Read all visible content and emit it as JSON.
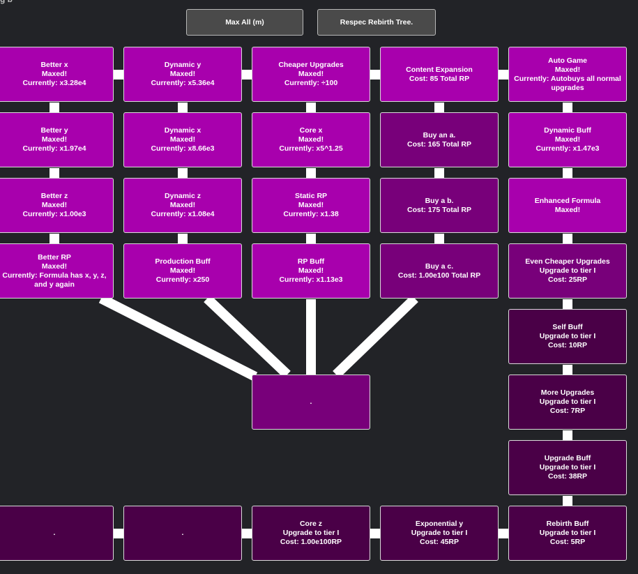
{
  "corner_text": "g b",
  "buttons": {
    "max_all": "Max All (m)",
    "respec": "Respec Rebirth Tree."
  },
  "nodes": {
    "better_x": {
      "title": "Better x",
      "status": "Maxed!",
      "detail": "Currently: x3.28e4"
    },
    "dynamic_y": {
      "title": "Dynamic y",
      "status": "Maxed!",
      "detail": "Currently: x5.36e4"
    },
    "cheaper_upgrades": {
      "title": "Cheaper Upgrades",
      "status": "Maxed!",
      "detail": "Currently: ÷100"
    },
    "content_expansion": {
      "title": "Content Expansion",
      "status": "Cost: 85 Total RP",
      "detail": ""
    },
    "auto_game": {
      "title": "Auto Game",
      "status": "Maxed!",
      "detail": "Currently: Autobuys all normal upgrades"
    },
    "better_y": {
      "title": "Better y",
      "status": "Maxed!",
      "detail": "Currently: x1.97e4"
    },
    "dynamic_x": {
      "title": "Dynamic x",
      "status": "Maxed!",
      "detail": "Currently: x8.66e3"
    },
    "core_x": {
      "title": "Core x",
      "status": "Maxed!",
      "detail": "Currently: x5^1.25"
    },
    "buy_a": {
      "title": "Buy an a.",
      "status": "Cost: 165 Total RP",
      "detail": ""
    },
    "dynamic_buff": {
      "title": "Dynamic Buff",
      "status": "Maxed!",
      "detail": "Currently: x1.47e3"
    },
    "better_z": {
      "title": "Better z",
      "status": "Maxed!",
      "detail": "Currently: x1.00e3"
    },
    "dynamic_z": {
      "title": "Dynamic z",
      "status": "Maxed!",
      "detail": "Currently: x1.08e4"
    },
    "static_rp": {
      "title": "Static RP",
      "status": "Maxed!",
      "detail": "Currently: x1.38"
    },
    "buy_b": {
      "title": "Buy a b.",
      "status": "Cost: 175 Total RP",
      "detail": ""
    },
    "enhanced_formula": {
      "title": "Enhanced Formula",
      "status": "Maxed!",
      "detail": ""
    },
    "better_rp": {
      "title": "Better RP",
      "status": "Maxed!",
      "detail": "Currently: Formula has x, y, z, and y again"
    },
    "production_buff": {
      "title": "Production Buff",
      "status": "Maxed!",
      "detail": "Currently: x250"
    },
    "rp_buff": {
      "title": "RP Buff",
      "status": "Maxed!",
      "detail": "Currently: x1.13e3"
    },
    "buy_c": {
      "title": "Buy a c.",
      "status": "Cost: 1.00e100 Total RP",
      "detail": ""
    },
    "even_cheaper": {
      "title": "Even Cheaper Upgrades",
      "status": "Upgrade to tier I",
      "detail": "Cost: 25RP"
    },
    "self_buff": {
      "title": "Self Buff",
      "status": "Upgrade to tier I",
      "detail": "Cost: 10RP"
    },
    "hidden_center": {
      "title": ".",
      "status": "",
      "detail": ""
    },
    "more_upgrades": {
      "title": "More Upgrades",
      "status": "Upgrade to tier I",
      "detail": "Cost: 7RP"
    },
    "upgrade_buff": {
      "title": "Upgrade Buff",
      "status": "Upgrade to tier I",
      "detail": "Cost: 38RP"
    },
    "hidden_bottom_1": {
      "title": ".",
      "status": "",
      "detail": ""
    },
    "hidden_bottom_2": {
      "title": ".",
      "status": "",
      "detail": ""
    },
    "core_z": {
      "title": "Core z",
      "status": "Upgrade to tier I",
      "detail": "Cost: 1.00e100RP"
    },
    "exponential_y": {
      "title": "Exponential y",
      "status": "Upgrade to tier I",
      "detail": "Cost: 45RP"
    },
    "rebirth_buff": {
      "title": "Rebirth Buff",
      "status": "Upgrade to tier I",
      "detail": "Cost: 5RP"
    }
  },
  "colors": {
    "background": "#222327",
    "maxed_node": "#a800ad",
    "affordable_node": "#78007a",
    "locked_node": "#4a0047",
    "link": "#ffffff"
  }
}
